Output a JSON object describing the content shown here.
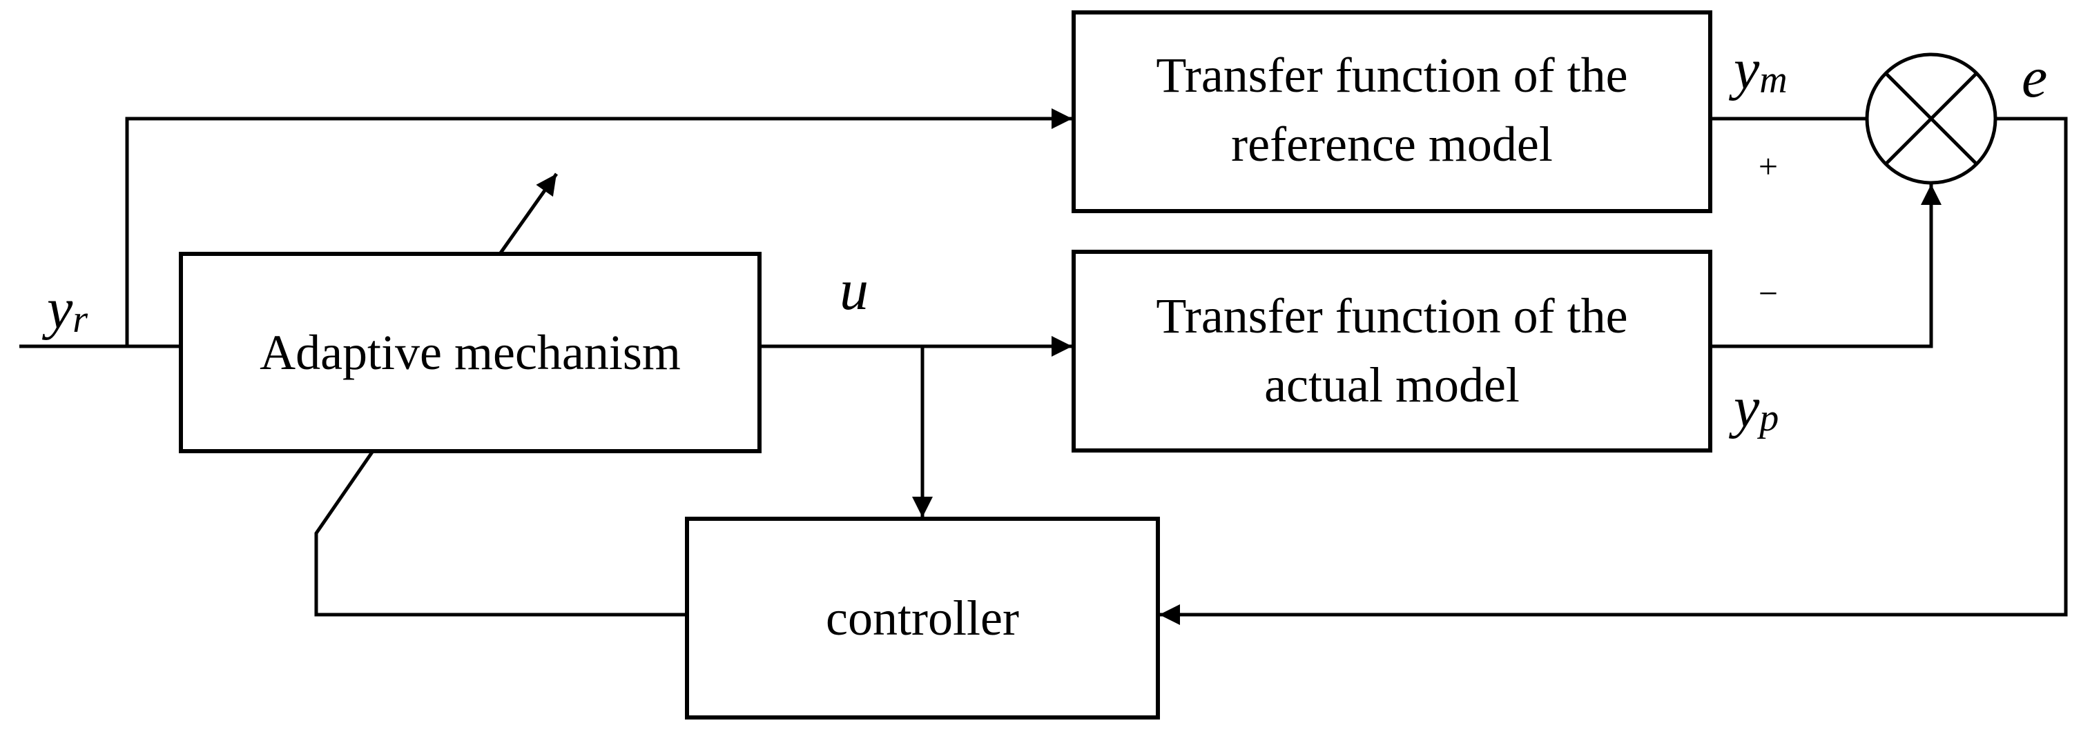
{
  "blocks": {
    "reference_model": {
      "line1": "Transfer function of the",
      "line2": "reference model"
    },
    "actual_model": {
      "line1": "Transfer function of the",
      "line2": "actual model"
    },
    "adaptive": {
      "label": "Adaptive mechanism"
    },
    "controller": {
      "label": "controller"
    }
  },
  "signals": {
    "yr": {
      "base": "y",
      "sub": "r"
    },
    "ym": {
      "base": "y",
      "sub": "m"
    },
    "yp": {
      "base": "y",
      "sub": "p"
    },
    "u": "u",
    "e": "e"
  },
  "signs": {
    "plus": "+",
    "minus": "−"
  }
}
